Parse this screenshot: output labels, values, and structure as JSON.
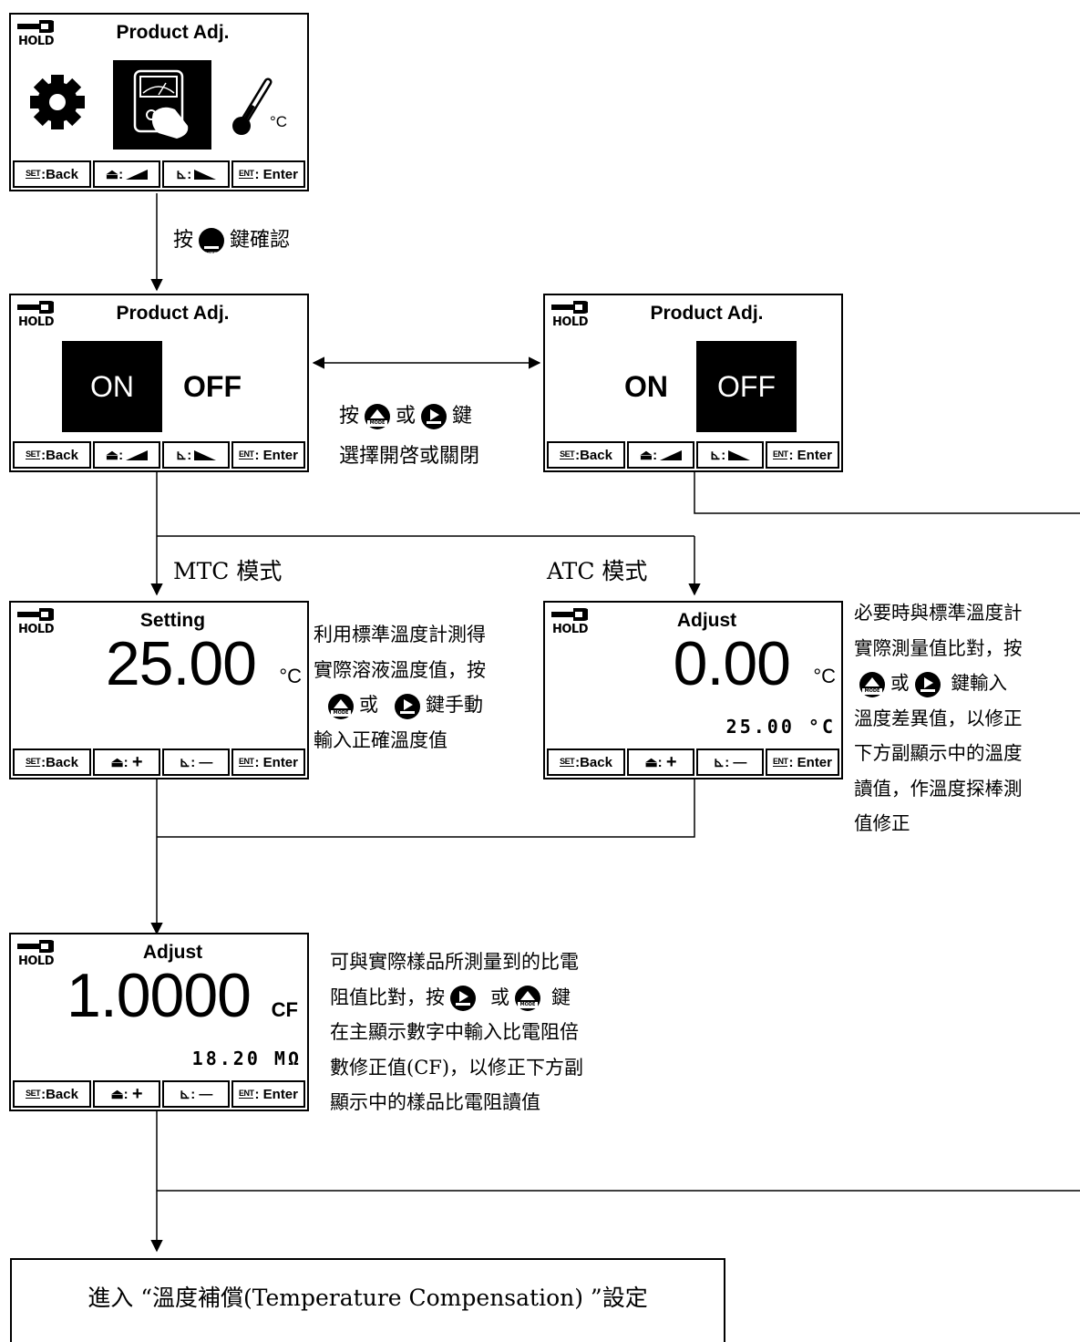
{
  "screens": {
    "main": {
      "title": "Product Adj."
    },
    "onoff_on": {
      "title": "Product Adj.",
      "on": "ON",
      "off": "OFF"
    },
    "onoff_off": {
      "title": "Product Adj.",
      "on": "ON",
      "off": "OFF"
    },
    "mtc": {
      "title": "Setting",
      "value": "25.00",
      "unit": "°C"
    },
    "atc": {
      "title": "Adjust",
      "value": "0.00",
      "unit": "°C",
      "sub": "25.00 °C"
    },
    "cf": {
      "title": "Adjust",
      "value": "1.0000",
      "unit": "CF",
      "sub": "18.20 MΩ"
    }
  },
  "hold_label": "HOLD",
  "celsius_label": "°C",
  "keys": {
    "set": "SET",
    "back": ":Back",
    "ent": "ENT",
    "enter": ": Enter",
    "up_sep": ":",
    "right_sep": ":",
    "plus": "+",
    "minus": "—"
  },
  "captions": {
    "confirm_pre": "按",
    "confirm_post": "鍵確認",
    "select_line1_a": "按",
    "select_line1_b": "或",
    "select_line1_c": "鍵",
    "select_line2": "選擇開啓或關閉",
    "mtc_mode": "MTC 模式",
    "atc_mode": "ATC 模式"
  },
  "notes": {
    "mtc": [
      "利用標準溫度計測得",
      "實際溶液溫度值，按",
      "或",
      "鍵手動",
      "輸入正確溫度值"
    ],
    "atc": [
      "必要時與標準溫度計",
      "實際測量值比對，按",
      "或",
      "鍵輸入",
      "溫度差異值，以修正",
      "下方副顯示中的溫度",
      "讀值，作溫度探棒測",
      "值修正"
    ],
    "cf": [
      "可與實際樣品所測量到的比電",
      "阻值比對，按",
      "或",
      "鍵",
      "在主顯示數字中輸入比電阻倍",
      "數修正值(CF)，以修正下方副",
      "顯示中的樣品比電阻讀值"
    ]
  },
  "final_box": "進入 “溫度補償(Temperature Compensation) ”設定",
  "glyphs": {
    "enter_key": "ENTER",
    "mode_key": "MODE"
  }
}
